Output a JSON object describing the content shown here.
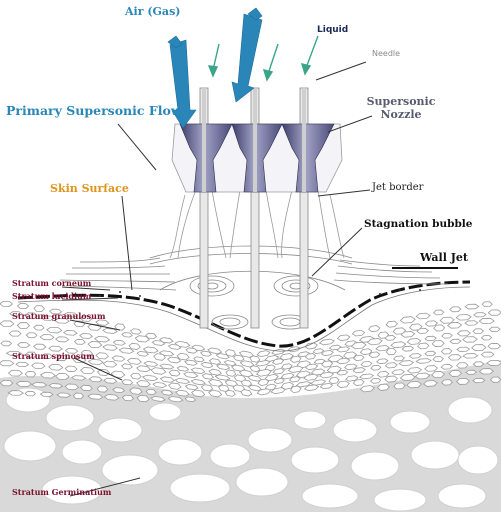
{
  "labels": {
    "air_gas": "Air (Gas)",
    "liquid": "Liquid",
    "needle": "Needle",
    "primary_flow": "Primary Supersonic Flow",
    "nozzle_line1": "Supersonic",
    "nozzle_line2": "Nozzle",
    "skin_surface": "Skin Surface",
    "jet_border": "Jet border",
    "stagnation_bubble": "Stagnation bubble",
    "wall_jet": "Wall Jet",
    "stratum_corneum": "Stratum corneum",
    "stratum_lucidium": "Stratum lucidium",
    "stratum_granulosum": "Stratum granulosum",
    "stratum_spinosum": "Stratum spinosum",
    "stratum_germinatium": "Stratum Germinatium"
  },
  "colors": {
    "gas_arrow": "#2a86b8",
    "liquid_arrow": "#3aa58a",
    "nozzle_fill": "#6e6e9e",
    "skin_label": "#e0941c",
    "layer_label": "#7a1030",
    "tissue_cell": "#c8c8c8",
    "germ_fill": "#d9d9d9"
  }
}
